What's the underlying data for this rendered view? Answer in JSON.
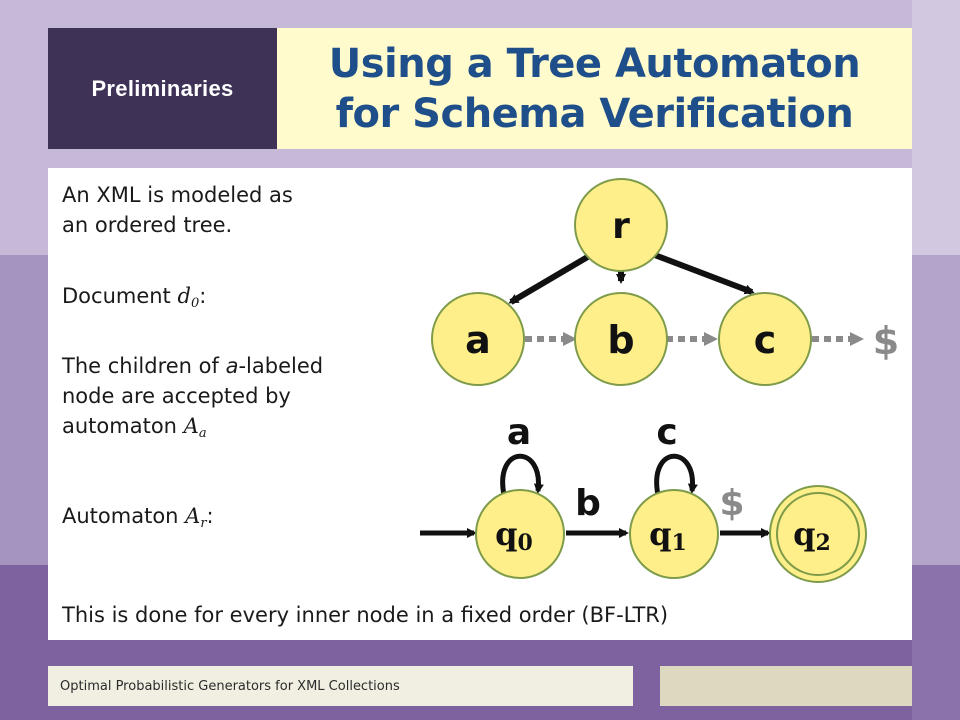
{
  "header": {
    "section_label": "Preliminaries",
    "title_line1": "Using a Tree Automaton",
    "title_line2": "for Schema Verification"
  },
  "body": {
    "p1_line1": "An XML is modeled as",
    "p1_line2": "an ordered tree.",
    "p2_prefix": "Document ",
    "p2_var": "d",
    "p2_sub": "0",
    "p2_suffix": ":",
    "p3_line1_prefix": "The children of ",
    "p3_line1_var": "a",
    "p3_line1_suffix": "-labeled",
    "p3_line2": "node are accepted by",
    "p3_line3_prefix": "automaton ",
    "p3_line3_var": "A",
    "p3_line3_sub": "a",
    "p4_prefix": "Automaton ",
    "p4_var": "A",
    "p4_sub": "r",
    "p4_suffix": ":",
    "p5": "This is done for every inner node in a fixed order (BF-LTR)"
  },
  "tree": {
    "root_label": "r",
    "child_labels": [
      "a",
      "b",
      "c"
    ],
    "end_symbol": "$"
  },
  "automaton": {
    "states": [
      {
        "base": "q",
        "sub": "0",
        "accepting": false
      },
      {
        "base": "q",
        "sub": "1",
        "accepting": false
      },
      {
        "base": "q",
        "sub": "2",
        "accepting": true
      }
    ],
    "self_loop_labels": [
      "a",
      "c"
    ],
    "transition_labels": [
      "b",
      "$"
    ]
  },
  "colors": {
    "node_fill": "#ffef8a",
    "node_stroke": "#7e9b4a",
    "title_text": "#1f4f8a",
    "section_bg": "#3f3257"
  },
  "footer": {
    "text": "Optimal Probabilistic Generators for XML Collections"
  }
}
